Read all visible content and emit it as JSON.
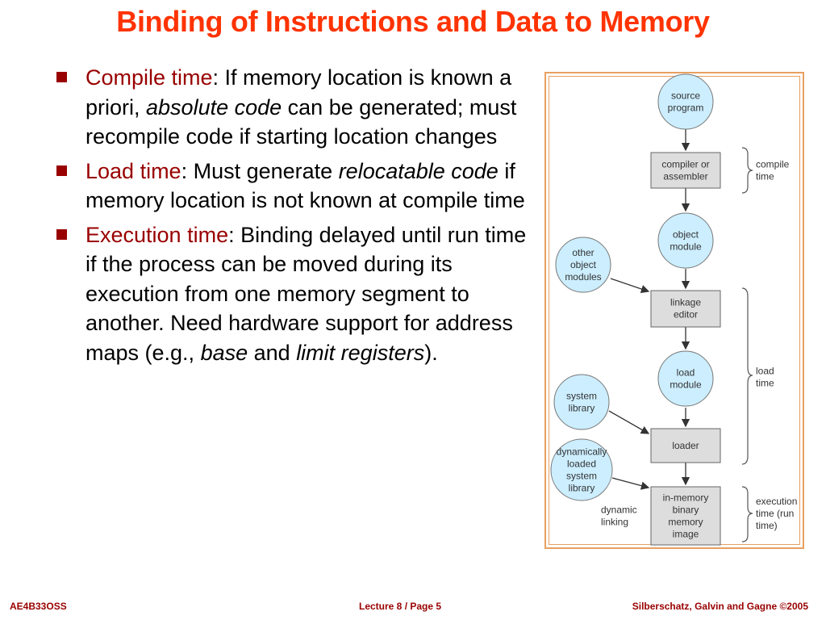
{
  "slide": {
    "title": "Binding of Instructions and Data to Memory",
    "bullets": [
      {
        "term": "Compile time",
        "parts": [
          {
            "text": ":  If memory location is known a priori, ",
            "style": "normal"
          },
          {
            "text": "absolute code",
            "style": "italic"
          },
          {
            "text": " can be generated; must recompile code if starting location changes",
            "style": "normal"
          }
        ]
      },
      {
        "term": "Load time",
        "parts": [
          {
            "text": ":  Must generate ",
            "style": "normal"
          },
          {
            "text": "relocatable code",
            "style": "italic"
          },
          {
            "text": " if memory location is not known at compile time",
            "style": "normal"
          }
        ]
      },
      {
        "term": "Execution time",
        "parts": [
          {
            "text": ":  Binding delayed until run time if the process can be moved during its execution from one memory segment to another.  Need hardware support for address maps (e.g., ",
            "style": "normal"
          },
          {
            "text": "base",
            "style": "italic"
          },
          {
            "text": " and ",
            "style": "normal"
          },
          {
            "text": "limit registers",
            "style": "italic"
          },
          {
            "text": ").",
            "style": "normal"
          }
        ]
      }
    ]
  },
  "diagram": {
    "circles": {
      "source": [
        "source",
        "program"
      ],
      "object": [
        "object",
        "module"
      ],
      "other": [
        "other",
        "object",
        "modules"
      ],
      "load": [
        "load",
        "module"
      ],
      "system": [
        "system",
        "library"
      ],
      "dynamic": [
        "dynamically",
        "loaded",
        "system",
        "library"
      ]
    },
    "boxes": {
      "compiler": [
        "compiler or",
        "assembler"
      ],
      "linkage": [
        "linkage",
        "editor"
      ],
      "loader": [
        "loader"
      ],
      "memory": [
        "in-memory",
        "binary",
        "memory",
        "image"
      ]
    },
    "phases": {
      "compile": [
        "compile",
        "time"
      ],
      "load": [
        "load",
        "time"
      ],
      "execution": [
        "execution",
        "time (run",
        "time)"
      ]
    },
    "dynamic_linking": [
      "dynamic",
      "linking"
    ]
  },
  "footer": {
    "left": "AE4B33OSS",
    "center": "Lecture 8 / Page 5",
    "right": "Silberschatz, Galvin and Gagne ©2005"
  },
  "colors": {
    "title": "#ff3300",
    "term": "#990000",
    "bullet": "#990000",
    "circle_fill": "#cceeff",
    "box_fill": "#dddddd",
    "frame": "#e8a060"
  }
}
